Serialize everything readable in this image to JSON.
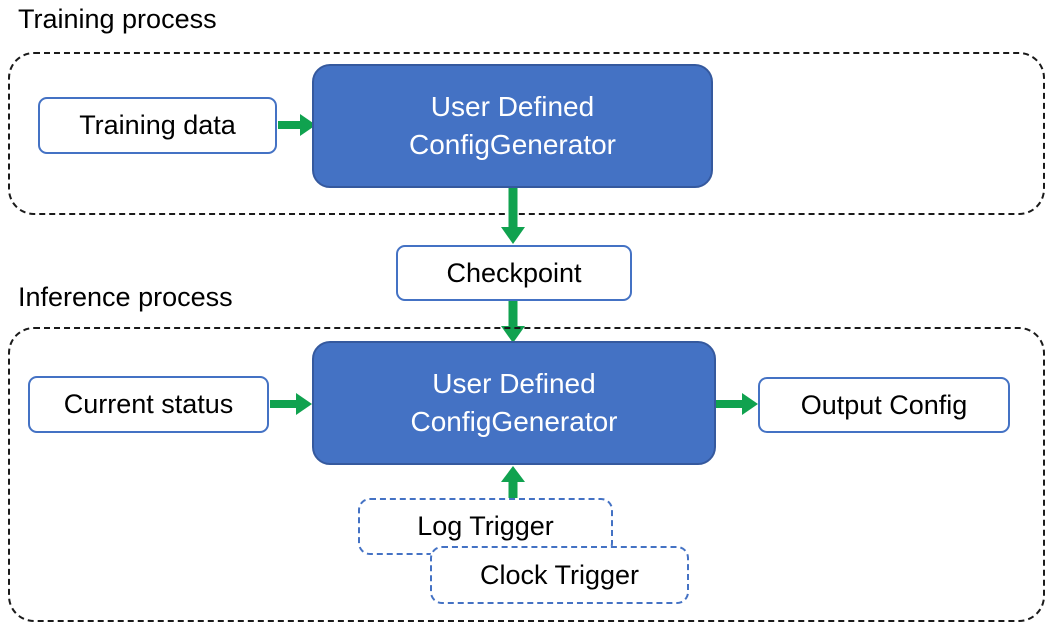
{
  "diagram": {
    "training": {
      "label": "Training process",
      "input_box": "Training data",
      "model_box_line1": "User Defined",
      "model_box_line2": "ConfigGenerator"
    },
    "checkpoint": "Checkpoint",
    "inference": {
      "label": "Inference process",
      "input_box": "Current status",
      "model_box_line1": "User Defined",
      "model_box_line2": "ConfigGenerator",
      "output_box": "Output Config",
      "trigger_boxes": [
        "Log Trigger",
        "Clock Trigger"
      ]
    },
    "colors": {
      "box_fill_blue": "#4472C4",
      "box_border_blue": "#35599E",
      "light_box_border": "#4472C4",
      "arrow_green": "#10A24F",
      "container_border": "#1a1a1a"
    }
  }
}
